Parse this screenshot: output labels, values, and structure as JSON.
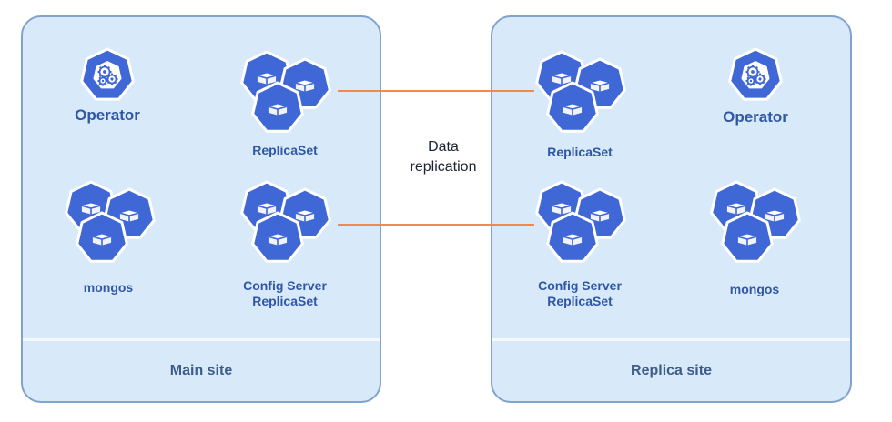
{
  "diagram": {
    "colors": {
      "site_fill": "#d8e9fa",
      "site_border": "#7fa2cf",
      "hex_fill": "#3f67d6",
      "hex_stroke": "#ffffff",
      "label_text": "#2f57a6",
      "link_line": "#ee8a4c"
    },
    "sites": {
      "main": {
        "label": "Main site",
        "components": {
          "operator": {
            "label": "Operator",
            "icon": "kubernetes-operator-icon"
          },
          "replicaset": {
            "label": "ReplicaSet",
            "icon": "cube-cluster-icon"
          },
          "mongos": {
            "label": "mongos",
            "icon": "cube-cluster-icon"
          },
          "config": {
            "label": "Config Server\nReplicaSet",
            "icon": "cube-cluster-icon"
          }
        }
      },
      "replica": {
        "label": "Replica site",
        "components": {
          "operator": {
            "label": "Operator",
            "icon": "kubernetes-operator-icon"
          },
          "replicaset": {
            "label": "ReplicaSet",
            "icon": "cube-cluster-icon"
          },
          "mongos": {
            "label": "mongos",
            "icon": "cube-cluster-icon"
          },
          "config": {
            "label": "Config Server\nReplicaSet",
            "icon": "cube-cluster-icon"
          }
        }
      }
    },
    "connection": {
      "label": "Data\nreplication"
    }
  }
}
